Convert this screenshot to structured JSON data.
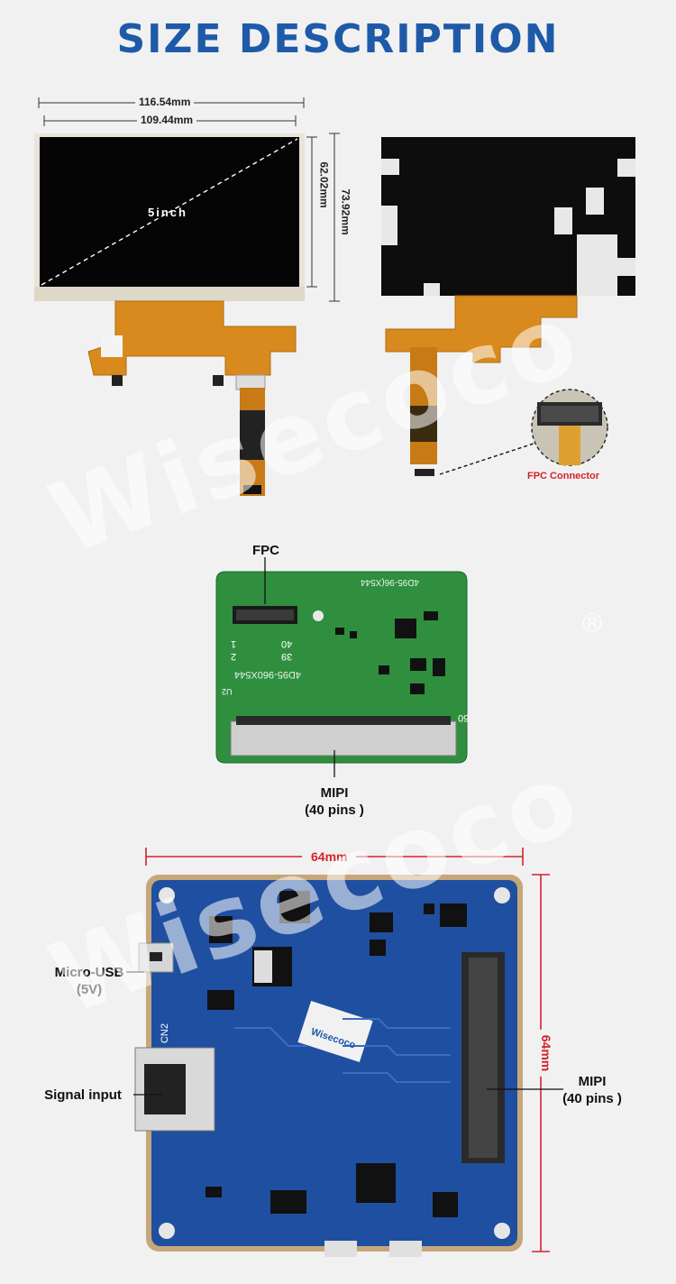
{
  "title": "SIZE DESCRIPTION",
  "display": {
    "outer_width": "116.54mm",
    "active_width": "109.44mm",
    "active_height": "62.02mm",
    "outer_height": "73.92mm",
    "diagonal": "5inch"
  },
  "fpc_connector_label": "FPC Connector",
  "adapter_board": {
    "fpc_label": "FPC",
    "mipi_label_line1": "MIPI",
    "mipi_label_line2": "(40 pins )",
    "silkscreen_top": "4D95-96(X544",
    "silkscreen_mid": "4D95-960X544",
    "pin_1": "1",
    "pin_2": "2",
    "pin_40": "40",
    "pin_39": "39",
    "pin_60": "60",
    "ref_u2": "U2"
  },
  "driver_board": {
    "width": "64mm",
    "height": "64mm",
    "micro_usb_line1": "Micro-USB",
    "micro_usb_line2": "(5V)",
    "signal_input": "Signal input",
    "mipi_line1": "MIPI",
    "mipi_line2": "(40 pins )",
    "cn2": "CN2",
    "logo_text": "Wisecoco"
  },
  "watermark": "Wisecoco",
  "registered_mark": "®",
  "colors": {
    "title": "#1e5aa8",
    "accent_red": "#d2232a",
    "pcb_green": "#2f8f3f",
    "pcb_blue": "#1f4fa0",
    "fpc_orange": "#d98a1e"
  }
}
